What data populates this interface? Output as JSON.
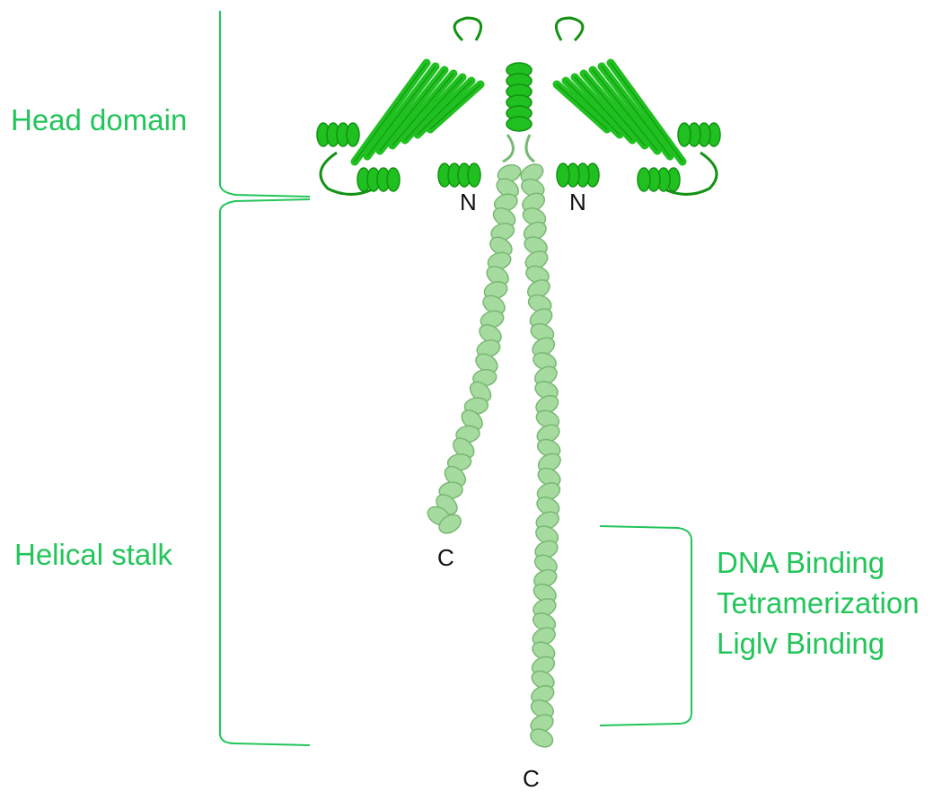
{
  "labels": {
    "head_domain": "Head domain",
    "helical_stalk": "Helical stalk",
    "n_term_left": "N",
    "n_term_right": "N",
    "c_term_left": "C",
    "c_term_right": "C"
  },
  "functions": [
    "DNA Binding",
    "Tetramerization",
    "Liglv Binding"
  ],
  "colors": {
    "label": "#22c55a",
    "head_domain": "#1fc01f",
    "head_domain_dark": "#129212",
    "stalk": "#a6dba0",
    "stalk_dark": "#78b872",
    "terminus_text": "#111111"
  }
}
